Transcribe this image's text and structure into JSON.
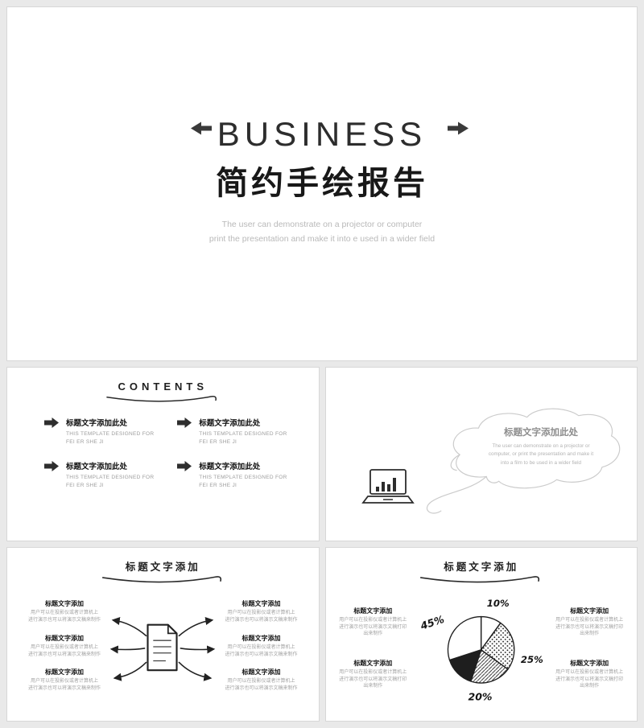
{
  "slide1": {
    "title": "BUSINESS",
    "subtitle": "简约手绘报告",
    "desc_line1": "The user can demonstrate on a projector or computer",
    "desc_line2": "print the presentation and make it into e used in a wider field"
  },
  "slide2": {
    "heading": "CONTENTS",
    "items": [
      {
        "title": "标题文字添加此处",
        "desc": "THIS TEMPLATE DESIGNED FOR FEI ER SHE JI"
      },
      {
        "title": "标题文字添加此处",
        "desc": "THIS TEMPLATE DESIGNED FOR FEI ER SHE JI"
      },
      {
        "title": "标题文字添加此处",
        "desc": "THIS TEMPLATE DESIGNED FOR FEI ER SHE JI"
      },
      {
        "title": "标题文字添加此处",
        "desc": "THIS TEMPLATE DESIGNED FOR FEI ER SHE JI"
      }
    ]
  },
  "slide3": {
    "title": "标题文字添加此处",
    "desc_line1": "The user can demonstrate on a projector or",
    "desc_line2": "computer, or print the presentation and make it",
    "desc_line3": "into a film to be used in a wider field"
  },
  "slide4": {
    "heading": "标题文字添加",
    "left_items": [
      {
        "title": "标题文字添加",
        "desc_line1": "用户可以在投影仪或者计算机上",
        "desc_line2": "进行演示也可以将演示文稿来制作"
      },
      {
        "title": "标题文字添加",
        "desc_line1": "用户可以在投影仪或者计算机上",
        "desc_line2": "进行演示也可以将演示文稿来制作"
      },
      {
        "title": "标题文字添加",
        "desc_line1": "用户可以在投影仪或者计算机上",
        "desc_line2": "进行演示也可以将演示文稿来制作"
      }
    ],
    "right_items": [
      {
        "title": "标题文字添加",
        "desc_line1": "用户可以在投影仪或者计算机上",
        "desc_line2": "进行演示也可以将演示文稿来制作"
      },
      {
        "title": "标题文字添加",
        "desc_line1": "用户可以在投影仪或者计算机上",
        "desc_line2": "进行演示也可以将演示文稿来制作"
      },
      {
        "title": "标题文字添加",
        "desc_line1": "用户可以在投影仪或者计算机上",
        "desc_line2": "进行演示也可以将演示文稿来制作"
      }
    ]
  },
  "slide5": {
    "heading": "标题文字添加",
    "left_items": [
      {
        "title": "标题文字添加",
        "desc_line1": "用户可以在投影仪或者计算机上",
        "desc_line2": "进行演示也可以将演示文稿打印",
        "desc_line3": "出来制作"
      },
      {
        "title": "标题文字添加",
        "desc_line1": "用户可以在投影仪或者计算机上",
        "desc_line2": "进行演示也可以将演示文稿打印",
        "desc_line3": "出来制作"
      }
    ],
    "right_items": [
      {
        "title": "标题文字添加",
        "desc_line1": "用户可以在投影仪或者计算机上",
        "desc_line2": "进行演示也可以将演示文稿打印",
        "desc_line3": "出来制作"
      },
      {
        "title": "标题文字添加",
        "desc_line1": "用户可以在投影仪或者计算机上",
        "desc_line2": "进行演示也可以将演示文稿打印",
        "desc_line3": "出来制作"
      }
    ],
    "chart": {
      "type": "pie",
      "segments": [
        {
          "label": "45%",
          "value": 45
        },
        {
          "label": "10%",
          "value": 10
        },
        {
          "label": "25%",
          "value": 25
        },
        {
          "label": "20%",
          "value": 20
        }
      ]
    }
  },
  "colors": {
    "ink": "#1e1e1e",
    "muted": "#9c9c9c",
    "doodle": "#c9c9c9"
  }
}
